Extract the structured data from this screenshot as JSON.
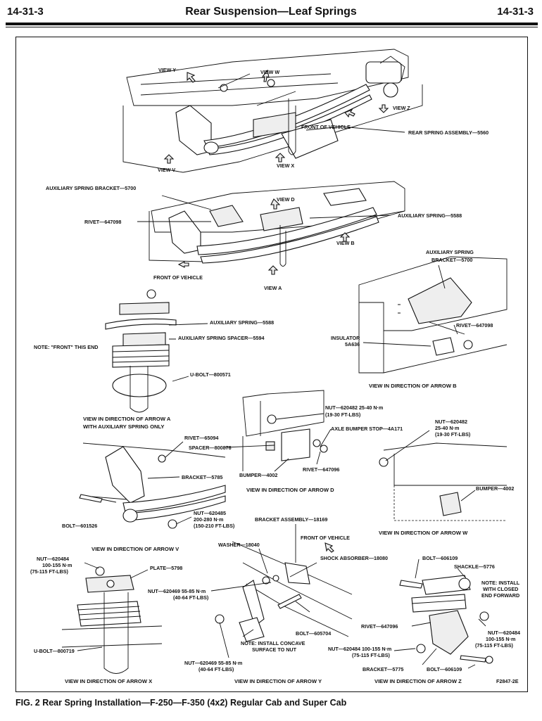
{
  "header": {
    "page_left": "14-31-3",
    "title": "Rear Suspension—Leaf Springs",
    "page_right": "14-31-3"
  },
  "figure_caption": "FIG. 2  Rear Spring Installation—F-250—F-350 (4x2) Regular Cab and Super Cab",
  "figure_code": "F2847-2E",
  "views": {
    "top": {
      "labels": [
        "VIEW Y",
        "VIEW W",
        "VIEW Z",
        "FRONT OF VEHICLE",
        "REAR SPRING ASSEMBLY—5560",
        "VIEW V",
        "VIEW X"
      ]
    },
    "aux": {
      "labels": [
        "AUXILIARY SPRING BRACKET—5700",
        "VIEW D",
        "AUXILIARY SPRING—5588",
        "RIVET—647098",
        "VIEW B",
        "FRONT OF VEHICLE",
        "VIEW A"
      ]
    },
    "arrow_a": {
      "labels": [
        "AUXILIARY SPRING—5588",
        "AUXILIARY SPRING SPACER—5594",
        "NOTE: \"FRONT\" THIS END",
        "U-BOLT—800571"
      ],
      "caption": [
        "VIEW IN DIRECTION OF ARROW A",
        "WITH AUXILIARY SPRING ONLY"
      ]
    },
    "arrow_b": {
      "labels": [
        "AUXILIARY SPRING",
        "BRACKET—5700",
        "RIVET—647098",
        "INSULATOR",
        "5A636"
      ],
      "caption": "VIEW IN DIRECTION OF ARROW B"
    },
    "arrow_d": {
      "labels": [
        "NUT—620482 25-40 N·m",
        "(19-30 FT-LBS)",
        "AXLE BUMPER STOP—4A171",
        "SPACER—800878",
        "BUMPER—4002",
        "RIVET—647096"
      ],
      "caption": "VIEW IN DIRECTION OF ARROW D"
    },
    "arrow_v": {
      "labels": [
        "RIVET—65094",
        "BRACKET—5785",
        "BOLT—601526",
        "NUT—620485",
        "200-280 N·m",
        "(150-210 FT-LBS)"
      ],
      "caption": "VIEW IN DIRECTION OF ARROW V"
    },
    "arrow_w": {
      "labels": [
        "NUT—620482",
        "25-40 N·m",
        "(19-30 FT-LBS)",
        "BUMPER—4002"
      ],
      "caption": "VIEW IN DIRECTION OF ARROW W"
    },
    "arrow_x": {
      "labels": [
        "NUT—620484",
        "100-155 N·m",
        "(75-115 FT-LBS)",
        "PLATE—5798",
        "U-BOLT—800719"
      ],
      "caption": "VIEW IN DIRECTION OF ARROW X"
    },
    "arrow_y": {
      "labels": [
        "BRACKET ASSEMBLY—18169",
        "FRONT OF VEHICLE",
        "WASHER—18040",
        "SHOCK ABSORBER—18080",
        "NUT—620469 55-85 N·m",
        "(40-64 FT-LBS)",
        "BOLT—605704",
        "NOTE: INSTALL CONCAVE",
        "SURFACE TO NUT",
        "NUT—620469 55-85 N·m",
        "(40-64 FT-LBS)"
      ],
      "caption": "VIEW IN DIRECTION OF ARROW Y"
    },
    "arrow_z": {
      "labels": [
        "BOLT—606109",
        "SHACKLE—5776",
        "NOTE: INSTALL",
        "WITH CLOSED",
        "END FORWARD",
        "RIVET—647096",
        "NUT—620484",
        "100-155 N·m",
        "(75-115 FT-LBS)",
        "NUT—620484 100-155 N·m",
        "(75-115 FT-LBS)",
        "BRACKET—5775",
        "BOLT—606109"
      ],
      "caption": "VIEW IN DIRECTION OF ARROW Z"
    }
  }
}
